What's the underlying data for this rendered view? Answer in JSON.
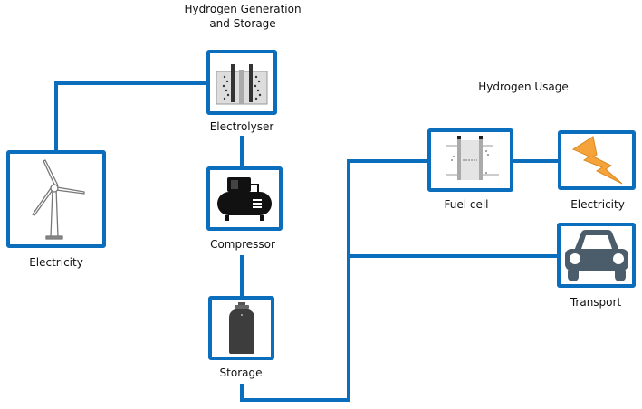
{
  "headings": {
    "generation_line1": "Hydrogen Generation",
    "generation_line2": "and Storage",
    "usage": "Hydrogen Usage"
  },
  "nodes": {
    "wind": {
      "label": "Electricity",
      "icon": "wind-turbine-icon"
    },
    "electrolyser": {
      "label": "Electrolyser",
      "icon": "electrolyser-icon"
    },
    "compressor": {
      "label": "Compressor",
      "icon": "compressor-icon"
    },
    "storage": {
      "label": "Storage",
      "icon": "gas-cylinder-icon"
    },
    "fuel_cell": {
      "label": "Fuel cell",
      "icon": "fuel-cell-icon"
    },
    "electricity_out": {
      "label": "Electricity",
      "icon": "lightning-bolt-icon"
    },
    "transport": {
      "label": "Transport",
      "icon": "car-icon"
    }
  },
  "colors": {
    "connector": "#0a6ebd",
    "bolt": "#f5a33a",
    "car": "#4b5d6b"
  }
}
